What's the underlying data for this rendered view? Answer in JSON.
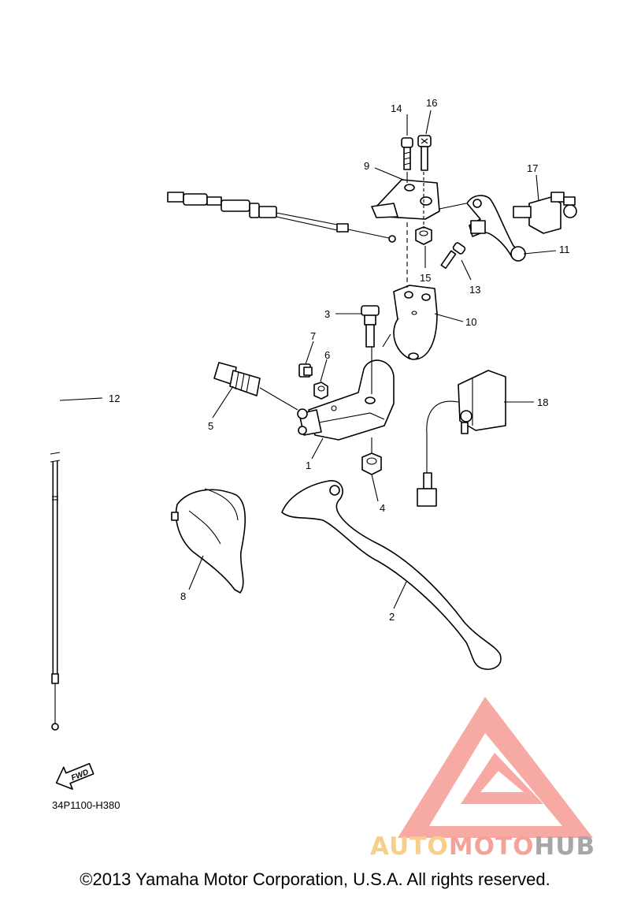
{
  "diagram": {
    "callouts": [
      {
        "id": "1",
        "label": "1"
      },
      {
        "id": "2",
        "label": "2"
      },
      {
        "id": "3",
        "label": "3"
      },
      {
        "id": "4",
        "label": "4"
      },
      {
        "id": "5",
        "label": "5"
      },
      {
        "id": "6",
        "label": "6"
      },
      {
        "id": "7",
        "label": "7"
      },
      {
        "id": "8",
        "label": "8"
      },
      {
        "id": "9",
        "label": "9"
      },
      {
        "id": "10",
        "label": "10"
      },
      {
        "id": "11",
        "label": "11"
      },
      {
        "id": "12",
        "label": "12"
      },
      {
        "id": "13",
        "label": "13"
      },
      {
        "id": "14",
        "label": "14"
      },
      {
        "id": "15",
        "label": "15"
      },
      {
        "id": "16",
        "label": "16"
      },
      {
        "id": "17",
        "label": "17"
      },
      {
        "id": "18",
        "label": "18"
      }
    ],
    "fwd_label": "FWD",
    "diagram_code": "34P1100-H380",
    "copyright": "©2013 Yamaha Motor Corporation, U.S.A. All rights reserved."
  },
  "watermark": {
    "part1": "AUTO",
    "part2": "MOTO",
    "part3": "HUB",
    "colors": {
      "logo": "#f7a19b",
      "auto": "#f7cf8a",
      "moto": "#f5a39a",
      "hub": "#a7a7a7"
    }
  }
}
